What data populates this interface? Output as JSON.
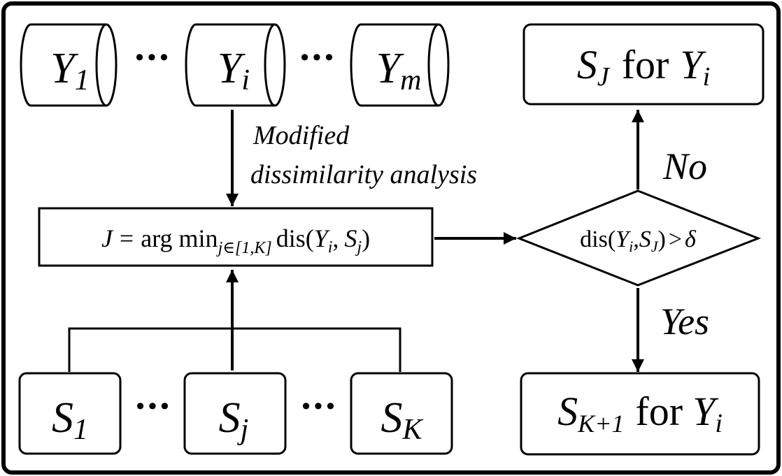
{
  "colors": {
    "stroke": "#000000",
    "background": "#ffffff"
  },
  "dots": "···",
  "datasets": {
    "y1": {
      "base": "Y",
      "sub": "1"
    },
    "yi": {
      "base": "Y",
      "sub": "i"
    },
    "ym": {
      "base": "Y",
      "sub": "m"
    }
  },
  "subsets": {
    "s1": {
      "base": "S",
      "sub": "1"
    },
    "sj": {
      "base": "S",
      "sub": "j"
    },
    "sk": {
      "base": "S",
      "sub": "K"
    }
  },
  "analysis_label": {
    "line1": "Modified",
    "line2": "dissimilarity analysis"
  },
  "argmin": {
    "lhs": "J",
    "eq": "=",
    "op": "arg min",
    "sub": "j∈[1,K]",
    "func": "dis(",
    "y": "Y",
    "y_sub": "i",
    "comma": ",",
    "s": "S",
    "s_sub": "j",
    "close": ")"
  },
  "decision": {
    "func": "dis(",
    "y": "Y",
    "y_sub": "i",
    "comma": ",",
    "s": "S",
    "s_sub": "J",
    "close": ")",
    "gt": ">",
    "delta": "δ"
  },
  "branch_no": "No",
  "branch_yes": "Yes",
  "result_no": {
    "s": "S",
    "s_sub": "J",
    "for": "for",
    "y": "Y",
    "y_sub": "i"
  },
  "result_yes": {
    "s": "S",
    "s_sub": "K+1",
    "for": "for",
    "y": "Y",
    "y_sub": "i"
  }
}
